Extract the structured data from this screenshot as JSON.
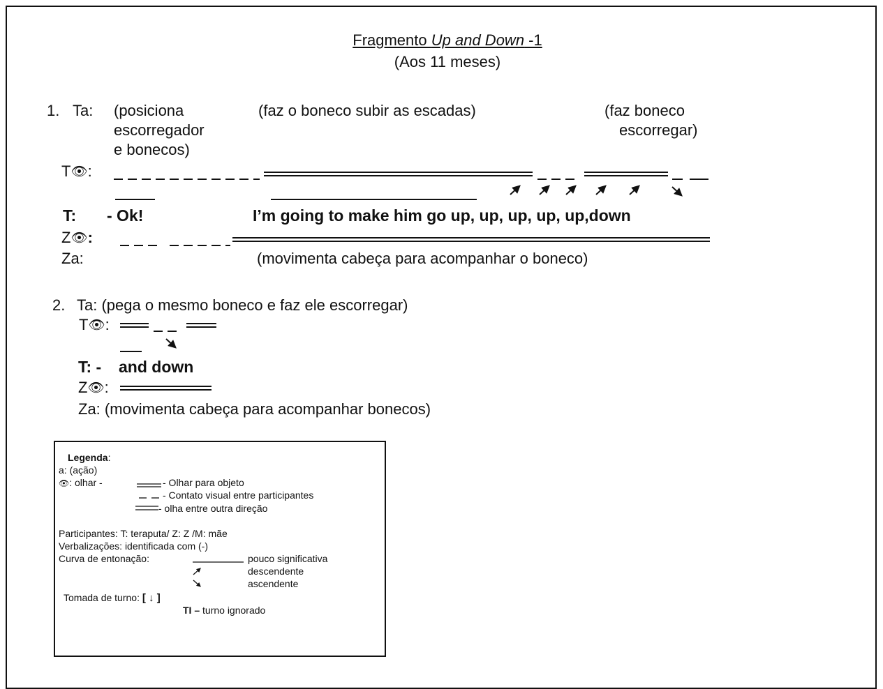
{
  "title": {
    "prefix": "Fragmento ",
    "italic": "Up and Down",
    "suffix": " -1",
    "subtitle": "(Aos 11 meses)"
  },
  "section1": {
    "number": "1.",
    "ta_label": "Ta:",
    "action1": [
      "(posiciona",
      "escorregador",
      "e bonecos)"
    ],
    "action2": "(faz o boneco subir as escadas)",
    "action3": [
      "(faz boneco",
      "escorregar)"
    ],
    "t_gaze_label": "T",
    "t_gaze_colon": ":",
    "t_label": "T:",
    "utterance1": "- Ok!",
    "utterance2": "I’m going to make him go up, up, up, up, up,down",
    "z_gaze_label": "Z",
    "z_gaze_colon": ":",
    "za_label": "Za:",
    "za_text": "(movimenta cabeça para acompanhar o boneco)"
  },
  "section2": {
    "number": "2.",
    "ta_text": "Ta: (pega o mesmo boneco e faz ele escorregar)",
    "t_gaze_label": "T",
    "t_gaze_colon": ":",
    "t_label": "T: -",
    "utterance": "and down",
    "z_gaze_label": "Z",
    "z_gaze_colon": ":",
    "za_text": "Za: (movimenta cabeça para acompanhar bonecos)"
  },
  "legend": {
    "heading": "Legenda",
    "heading_colon": ":",
    "line_action": "a: (ação)",
    "gaze_prefix": ": olhar  -",
    "gaze_object": "- Olhar para objeto",
    "gaze_contact": "- Contato visual entre participantes",
    "gaze_other": "- olha entre outra direção",
    "participants": "Participantes: T: teraputa/ Z: Z /M: mãe",
    "verbalizations": "Verbalizações: identificada com (-)",
    "intonation_label": "Curva de entonação:",
    "intonation_flat": "pouco significativa",
    "intonation_desc": "descendente",
    "intonation_asc": "ascendente",
    "turn_label": "Tomada de turno:",
    "turn_symbol": "[ ↓ ]",
    "turn_ignored_code": "TI –",
    "turn_ignored_text": " turno ignorado"
  },
  "icons": {
    "eye": "eye-icon",
    "arrow_up": "arrow-up-right-icon",
    "arrow_down": "arrow-down-right-icon"
  },
  "colors": {
    "ink": "#111111",
    "background": "#ffffff"
  }
}
